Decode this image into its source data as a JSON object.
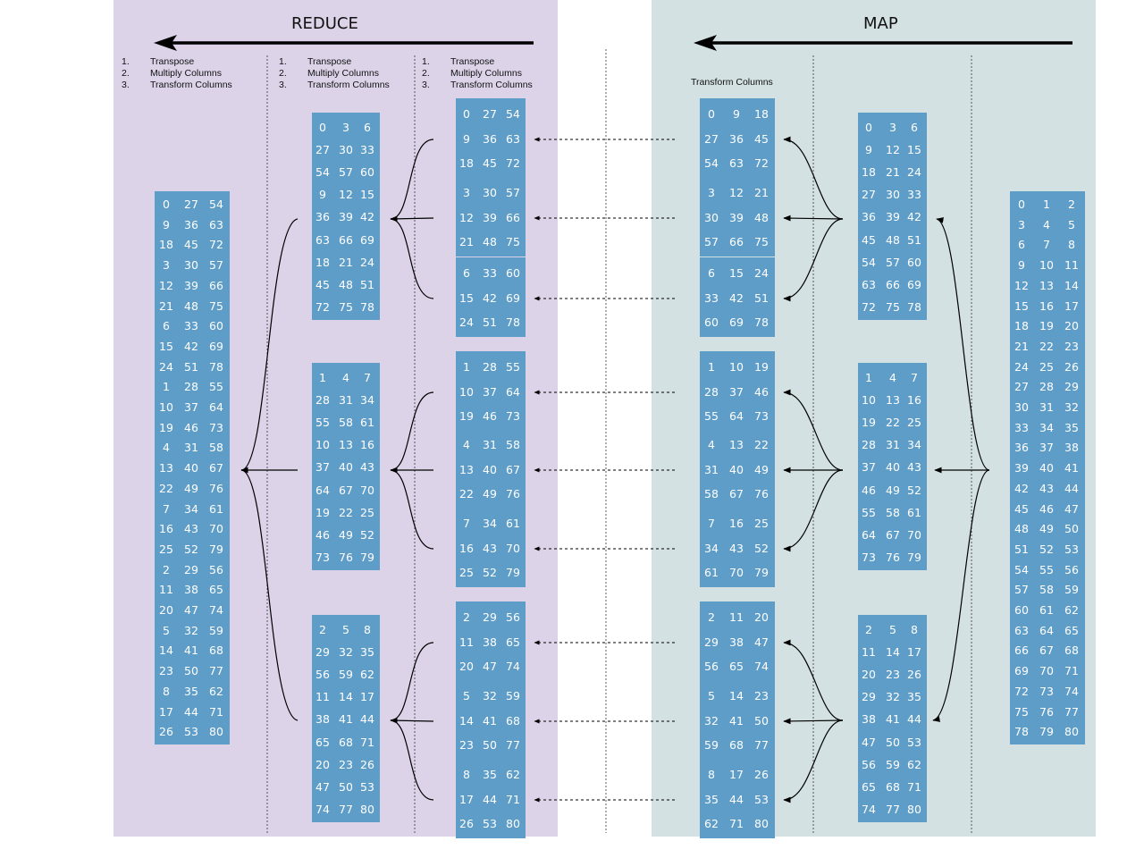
{
  "reduce": {
    "title": "REDUCE",
    "steps": [
      {
        "num": "1.",
        "text": "Transpose"
      },
      {
        "num": "2.",
        "text": "Multiply Columns"
      },
      {
        "num": "3.",
        "text": "Transform Columns"
      }
    ]
  },
  "map": {
    "title": "MAP",
    "step": "Transform Columns"
  },
  "colors": {
    "reduce_bg": "#dcd3e9",
    "map_bg": "#d3e1e3",
    "block": "#5f9dc9",
    "text": "#ffffff"
  },
  "matrices": {
    "input": [
      [
        0,
        1,
        2
      ],
      [
        3,
        4,
        5
      ],
      [
        6,
        7,
        8
      ],
      [
        9,
        10,
        11
      ],
      [
        12,
        13,
        14
      ],
      [
        15,
        16,
        17
      ],
      [
        18,
        19,
        20
      ],
      [
        21,
        22,
        23
      ],
      [
        24,
        25,
        26
      ],
      [
        27,
        28,
        29
      ],
      [
        30,
        31,
        32
      ],
      [
        33,
        34,
        35
      ],
      [
        36,
        37,
        38
      ],
      [
        39,
        40,
        41
      ],
      [
        42,
        43,
        44
      ],
      [
        45,
        46,
        47
      ],
      [
        48,
        49,
        50
      ],
      [
        51,
        52,
        53
      ],
      [
        54,
        55,
        56
      ],
      [
        57,
        58,
        59
      ],
      [
        60,
        61,
        62
      ],
      [
        63,
        64,
        65
      ],
      [
        66,
        67,
        68
      ],
      [
        69,
        70,
        71
      ],
      [
        72,
        73,
        74
      ],
      [
        75,
        76,
        77
      ],
      [
        78,
        79,
        80
      ]
    ],
    "map_split": [
      [
        [
          0,
          3,
          6
        ],
        [
          9,
          12,
          15
        ],
        [
          18,
          21,
          24
        ],
        [
          27,
          30,
          33
        ],
        [
          36,
          39,
          42
        ],
        [
          45,
          48,
          51
        ],
        [
          54,
          57,
          60
        ],
        [
          63,
          66,
          69
        ],
        [
          72,
          75,
          78
        ]
      ],
      [
        [
          1,
          4,
          7
        ],
        [
          10,
          13,
          16
        ],
        [
          19,
          22,
          25
        ],
        [
          28,
          31,
          34
        ],
        [
          37,
          40,
          43
        ],
        [
          46,
          49,
          52
        ],
        [
          55,
          58,
          61
        ],
        [
          64,
          67,
          70
        ],
        [
          73,
          76,
          79
        ]
      ],
      [
        [
          2,
          5,
          8
        ],
        [
          11,
          14,
          17
        ],
        [
          20,
          23,
          26
        ],
        [
          29,
          32,
          35
        ],
        [
          38,
          41,
          44
        ],
        [
          47,
          50,
          53
        ],
        [
          56,
          59,
          62
        ],
        [
          65,
          68,
          71
        ],
        [
          74,
          77,
          80
        ]
      ]
    ],
    "map_small": [
      [
        [
          0,
          9,
          18
        ],
        [
          27,
          36,
          45
        ],
        [
          54,
          63,
          72
        ]
      ],
      [
        [
          3,
          12,
          21
        ],
        [
          30,
          39,
          48
        ],
        [
          57,
          66,
          75
        ]
      ],
      [
        [
          6,
          15,
          24
        ],
        [
          33,
          42,
          51
        ],
        [
          60,
          69,
          78
        ]
      ],
      [
        [
          1,
          10,
          19
        ],
        [
          28,
          37,
          46
        ],
        [
          55,
          64,
          73
        ]
      ],
      [
        [
          4,
          13,
          22
        ],
        [
          31,
          40,
          49
        ],
        [
          58,
          67,
          76
        ]
      ],
      [
        [
          7,
          16,
          25
        ],
        [
          34,
          43,
          52
        ],
        [
          61,
          70,
          79
        ]
      ],
      [
        [
          2,
          11,
          20
        ],
        [
          29,
          38,
          47
        ],
        [
          56,
          65,
          74
        ]
      ],
      [
        [
          5,
          14,
          23
        ],
        [
          32,
          41,
          50
        ],
        [
          59,
          68,
          77
        ]
      ],
      [
        [
          8,
          17,
          26
        ],
        [
          35,
          44,
          53
        ],
        [
          62,
          71,
          80
        ]
      ]
    ],
    "reduce_small": [
      [
        [
          0,
          27,
          54
        ],
        [
          9,
          36,
          63
        ],
        [
          18,
          45,
          72
        ]
      ],
      [
        [
          3,
          30,
          57
        ],
        [
          12,
          39,
          66
        ],
        [
          21,
          48,
          75
        ]
      ],
      [
        [
          6,
          33,
          60
        ],
        [
          15,
          42,
          69
        ],
        [
          24,
          51,
          78
        ]
      ],
      [
        [
          1,
          28,
          55
        ],
        [
          10,
          37,
          64
        ],
        [
          19,
          46,
          73
        ]
      ],
      [
        [
          4,
          31,
          58
        ],
        [
          13,
          40,
          67
        ],
        [
          22,
          49,
          76
        ]
      ],
      [
        [
          7,
          34,
          61
        ],
        [
          16,
          43,
          70
        ],
        [
          25,
          52,
          79
        ]
      ],
      [
        [
          2,
          29,
          56
        ],
        [
          11,
          38,
          65
        ],
        [
          20,
          47,
          74
        ]
      ],
      [
        [
          5,
          32,
          59
        ],
        [
          14,
          41,
          68
        ],
        [
          23,
          50,
          77
        ]
      ],
      [
        [
          8,
          35,
          62
        ],
        [
          17,
          44,
          71
        ],
        [
          26,
          53,
          80
        ]
      ]
    ],
    "reduce_mid": [
      [
        [
          0,
          3,
          6
        ],
        [
          27,
          30,
          33
        ],
        [
          54,
          57,
          60
        ],
        [
          9,
          12,
          15
        ],
        [
          36,
          39,
          42
        ],
        [
          63,
          66,
          69
        ],
        [
          18,
          21,
          24
        ],
        [
          45,
          48,
          51
        ],
        [
          72,
          75,
          78
        ]
      ],
      [
        [
          1,
          4,
          7
        ],
        [
          28,
          31,
          34
        ],
        [
          55,
          58,
          61
        ],
        [
          10,
          13,
          16
        ],
        [
          37,
          40,
          43
        ],
        [
          64,
          67,
          70
        ],
        [
          19,
          22,
          25
        ],
        [
          46,
          49,
          52
        ],
        [
          73,
          76,
          79
        ]
      ],
      [
        [
          2,
          5,
          8
        ],
        [
          29,
          32,
          35
        ],
        [
          56,
          59,
          62
        ],
        [
          11,
          14,
          17
        ],
        [
          38,
          41,
          44
        ],
        [
          65,
          68,
          71
        ],
        [
          20,
          23,
          26
        ],
        [
          47,
          50,
          53
        ],
        [
          74,
          77,
          80
        ]
      ]
    ],
    "output": [
      [
        0,
        27,
        54
      ],
      [
        9,
        36,
        63
      ],
      [
        18,
        45,
        72
      ],
      [
        3,
        30,
        57
      ],
      [
        12,
        39,
        66
      ],
      [
        21,
        48,
        75
      ],
      [
        6,
        33,
        60
      ],
      [
        15,
        42,
        69
      ],
      [
        24,
        51,
        78
      ],
      [
        1,
        28,
        55
      ],
      [
        10,
        37,
        64
      ],
      [
        19,
        46,
        73
      ],
      [
        4,
        31,
        58
      ],
      [
        13,
        40,
        67
      ],
      [
        22,
        49,
        76
      ],
      [
        7,
        34,
        61
      ],
      [
        16,
        43,
        70
      ],
      [
        25,
        52,
        79
      ],
      [
        2,
        29,
        56
      ],
      [
        11,
        38,
        65
      ],
      [
        20,
        47,
        74
      ],
      [
        5,
        32,
        59
      ],
      [
        14,
        41,
        68
      ],
      [
        23,
        50,
        77
      ],
      [
        8,
        35,
        62
      ],
      [
        17,
        44,
        71
      ],
      [
        26,
        53,
        80
      ]
    ]
  }
}
